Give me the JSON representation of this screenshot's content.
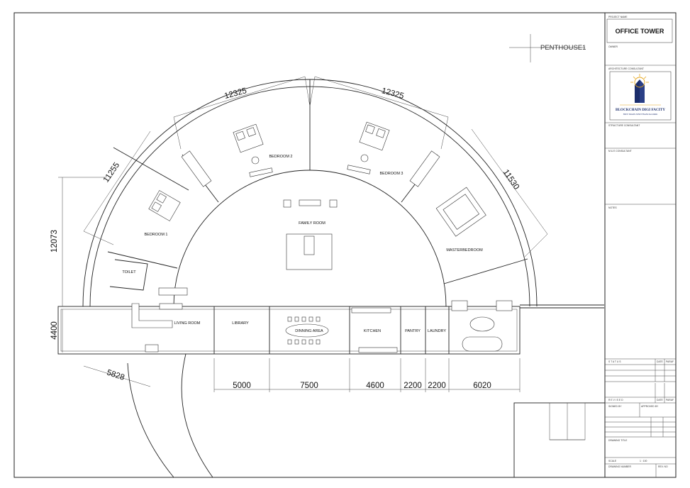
{
  "drawing": {
    "sheet_label": "PENTHOUSE1"
  },
  "rooms": {
    "bedroom_1": "BEDROOM 1",
    "bedroom_2": "BEDROOM 2",
    "bedroom_3": "BEDROOM 3",
    "master_bedroom": "MASTERBEDROOM",
    "family_room": "FAMILY ROOM",
    "toilet": "TOILET",
    "living_room": "LIVING ROOM",
    "library": "LIBRARY",
    "dining_area": "DINNING AREA",
    "kitchen": "KITCHEN",
    "pantry": "PANTRY",
    "laundry": "LAUNDRY"
  },
  "dimensions": {
    "top_left_arc": "12325",
    "top_right_arc": "12325",
    "left_upper": "11255",
    "right_upper": "11530",
    "left_vertical": "12073",
    "left_strip": "4400",
    "bottom_left": "5828",
    "seg_1": "5000",
    "seg_2": "7500",
    "seg_3": "4600",
    "seg_4": "2200",
    "seg_5": "2200",
    "seg_6": "6020"
  },
  "title_block": {
    "project_name_label": "PROJECT NAME",
    "project_name": "OFFICE TOWER",
    "owner_label": "OWNER",
    "architecture_label": "ARCHITECTURE CONSULTANT",
    "logo_name": "BLOCKCHAIN DIGI FACITY",
    "logo_tagline": "FREE TRADE ZONE FINANCIAL PARK",
    "structure_label": "STRUCTURE CONSULTANT",
    "mep_label": "M & E CONSULTANT",
    "notes_label": "NOTES",
    "status_label": "S T A T U S",
    "date_label": "DATE",
    "paraf_label": "PARAF",
    "revised_label": "R E V I S E D",
    "signed_label": "SIGNED BY",
    "approved_label": "APPROVED BY",
    "drawing_title_label": "DRAWING TITLE",
    "scale_label": "SCALE",
    "scale_value": "1 : 100",
    "drawing_number_label": "DRAWING NUMBER",
    "rev_no_label": "REV. NO"
  }
}
